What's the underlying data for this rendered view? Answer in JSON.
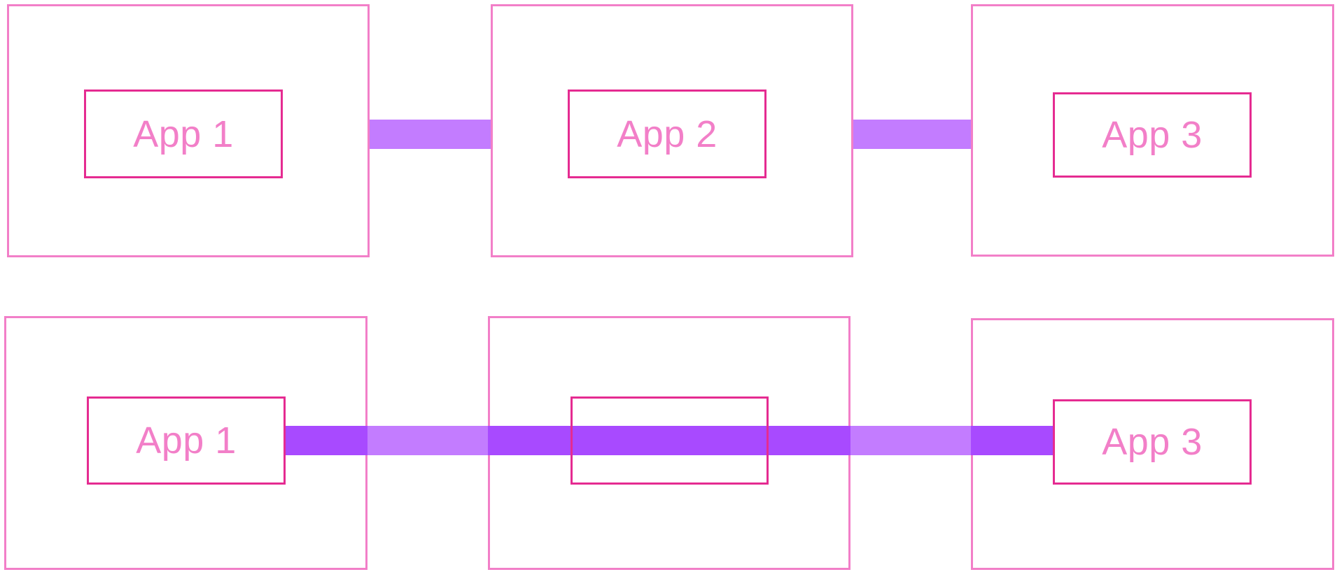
{
  "colors": {
    "outer_border": "#f27fc8",
    "inner_border": "#e52b91",
    "label": "#f27fc8",
    "connector_light": "#c37cff",
    "connector_dark": "#a84aff"
  },
  "top_row": {
    "apps": [
      "App 1",
      "App 2",
      "App 3"
    ]
  },
  "bottom_row": {
    "apps": [
      "App 1",
      "",
      "App 3"
    ]
  }
}
